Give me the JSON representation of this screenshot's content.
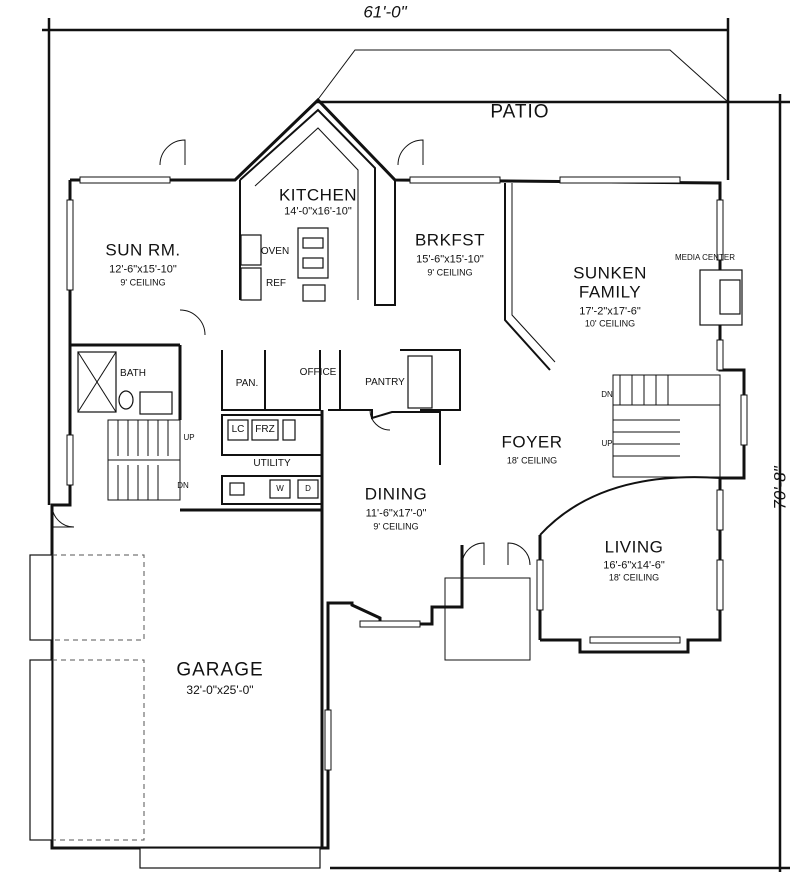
{
  "dimensions": {
    "overall_width": "61'-0\"",
    "overall_depth": "70'-8\""
  },
  "rooms": {
    "patio": {
      "name": "PATIO"
    },
    "kitchen": {
      "name": "KITCHEN",
      "size": "14'-0\"x16'-10\""
    },
    "sun_room": {
      "name": "SUN RM.",
      "size": "12'-6\"x15'-10\"",
      "ceiling": "9' CEILING"
    },
    "breakfast": {
      "name": "BRKFST",
      "size": "15'-6\"x15'-10\"",
      "ceiling": "9' CEILING"
    },
    "family": {
      "name_line1": "SUNKEN",
      "name_line2": "FAMILY",
      "size": "17'-2\"x17'-6\"",
      "ceiling": "10' CEILING"
    },
    "foyer": {
      "name": "FOYER",
      "ceiling": "18' CEILING"
    },
    "dining": {
      "name": "DINING",
      "size": "11'-6\"x17'-0\"",
      "ceiling": "9' CEILING"
    },
    "living": {
      "name": "LIVING",
      "size": "16'-6\"x14'-6\"",
      "ceiling": "18' CEILING"
    },
    "garage": {
      "name": "GARAGE",
      "size": "32'-0\"x25'-0\""
    }
  },
  "labels": {
    "oven": "OVEN",
    "ref": "REF",
    "bath": "BATH",
    "pan": "PAN.",
    "office": "OFFICE",
    "pantry": "PANTRY",
    "lc": "LC",
    "frz": "FRZ",
    "utility": "UTILITY",
    "w": "W",
    "d": "D",
    "media_center": "MEDIA CENTER",
    "up_left": "UP",
    "dn_left": "DN",
    "dn_right": "DN",
    "up_right": "UP"
  }
}
